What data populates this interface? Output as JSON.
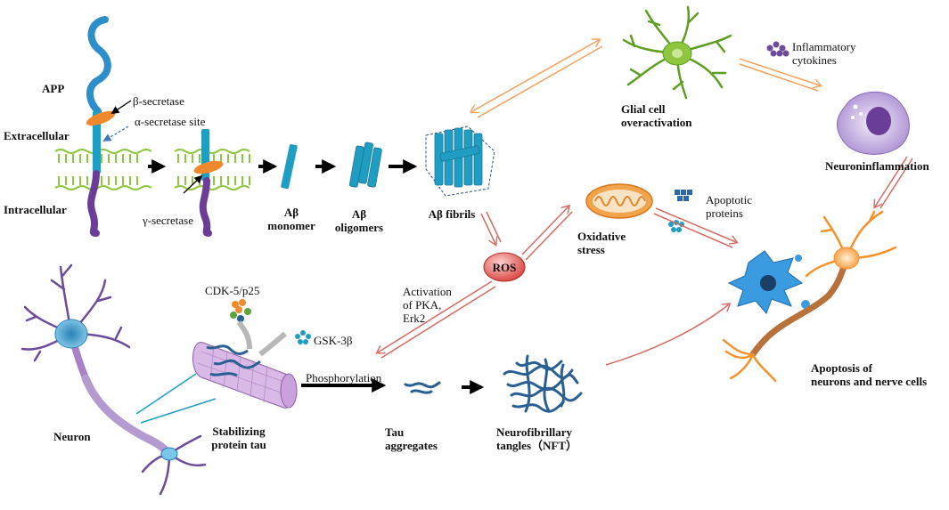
{
  "labels": {
    "app": "APP",
    "beta_secretase": "β-secretase",
    "alpha_secretase_site": "α-secretase site",
    "extracellular": "Extracellular",
    "intracellular": "Intracellular",
    "gamma_secretase": "γ-secretase",
    "abeta_monomer_1": "Aβ",
    "abeta_monomer_2": "monomer",
    "abeta_oligomers_1": "Aβ",
    "abeta_oligomers_2": "oligomers",
    "abeta_fibrils": "Aβ fibrils",
    "ros": "ROS",
    "oxidative_stress_1": "Oxidative",
    "oxidative_stress_2": "stress",
    "apoptotic_proteins_1": "Apoptotic",
    "apoptotic_proteins_2": "proteins",
    "glial_1": "Glial cell",
    "glial_2": "overactivation",
    "inflammatory_1": "Inflammatory",
    "inflammatory_2": "cytokines",
    "neuroninflammation": "Neuroninflammation",
    "activation_1": "Activation",
    "activation_2": "of PKA,",
    "activation_3": "Erk2",
    "cdk5": "CDK-5/p25",
    "gsk3b": "GSK-3β",
    "phosphorylation": "Phosphorylation",
    "stabilizing_1": "Stabilizing",
    "stabilizing_2": "protein tau",
    "neuron": "Neuron",
    "tau_1": "Tau",
    "tau_2": "aggregates",
    "nft_1": "Neurofibrillary",
    "nft_2": "tangles（NFT）",
    "apoptosis_1": "Apoptosis of",
    "apoptosis_2": "neurons and nerve cells"
  },
  "colors": {
    "membrane": "#8fc63f",
    "app_protein": "#2e8ec9",
    "cytoplasmic_tail": "#6a3e97",
    "secretase": "#f0892c",
    "abeta": "#1f9dc3",
    "glia": "#7fbf2e",
    "inflammation_cell": "#9b7bc4",
    "ros": "#d9413b",
    "arrow_orange": "#f3a15c",
    "arrow_red": "#d36b63",
    "tau": "#2a5f93",
    "neuron_body": "#79c6e8",
    "apoptotic_cell": "#2f90d8",
    "nerve_cell": "#f7922b"
  }
}
